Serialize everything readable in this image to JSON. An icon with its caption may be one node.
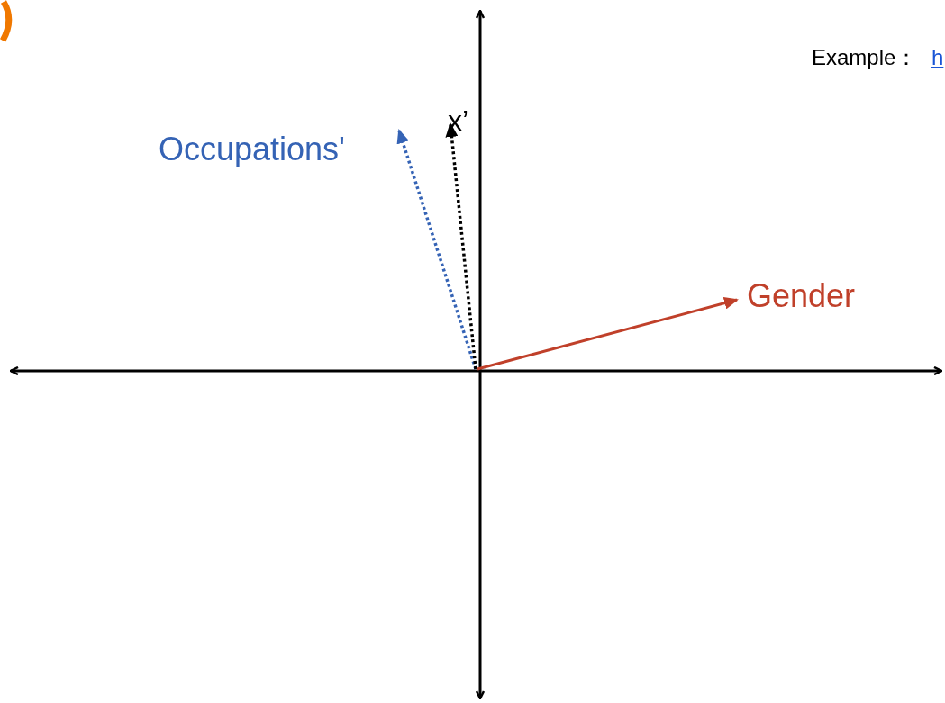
{
  "diagram": {
    "labels": [
      "Example：",
      "h",
      "x’",
      "Occupations'",
      "Gender"
    ]
  }
}
